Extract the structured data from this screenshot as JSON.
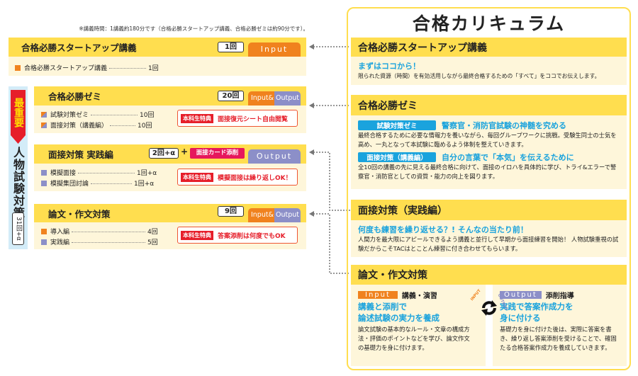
{
  "note": "※講義時間：1講義約180分です（合格必勝スタートアップ講義、合格必勝ゼミは約90分です）。",
  "left": {
    "side_badge": "最重要",
    "side_title": "人物試験対策",
    "side_count": "31回+α",
    "blocks": [
      {
        "title": "合格必勝スタートアップ講義",
        "count": "1回",
        "tab": [
          "Input"
        ],
        "items": [
          {
            "label": "合格必勝スタートアップ講義",
            "value": "1回"
          }
        ]
      },
      {
        "title": "合格必勝ゼミ",
        "count": "20回",
        "tab": [
          "Input&",
          "Output"
        ],
        "items": [
          {
            "label": "試験対策ゼミ",
            "value": "10回"
          },
          {
            "label": "面接対策（講義編）",
            "value": "10回"
          }
        ],
        "perk_label": "本科生特典",
        "perk": "面接復元シート自由閲覧"
      },
      {
        "title": "面接対策 実践編",
        "count": "2回+α",
        "plus": "+",
        "extra": "面接カード添削",
        "tab": [
          "Output"
        ],
        "items": [
          {
            "label": "模擬面接",
            "value": "1回+α"
          },
          {
            "label": "模擬集団討論",
            "value": "1回+α"
          }
        ],
        "perk_label": "本科生特典",
        "perk": "模擬面接は繰り返しOK！"
      },
      {
        "title": "論文・作文対策",
        "count": "9回",
        "tab": [
          "Input&",
          "Output"
        ],
        "items": [
          {
            "label": "導入編",
            "value": "4回"
          },
          {
            "label": "実践編",
            "value": "5回"
          }
        ],
        "perk_label": "本科生特典",
        "perk": "答案添削は何度でもOK"
      }
    ]
  },
  "right": {
    "title": "合格カリキュラム",
    "s1": {
      "title": "合格必勝スタートアップ講義",
      "lead": "まずはココから！",
      "text": "限られた資源（時間）を有効活用しながら最終合格するための「すべて」をココでお伝えします。"
    },
    "s2": {
      "title": "合格必勝ゼミ",
      "pill1": "試験対策ゼミ",
      "head1": "警察官・消防官試験の神髄を究める",
      "text1": "最終合格するために必要な情報力を養いながら、毎回グループワークに挑戦。受験生同士の士気を高め、一丸となって本試験に臨めるよう体制を整えていきます。",
      "pill2": "面接対策（講義編）",
      "head2": "自分の言葉で「本気」を伝えるために",
      "text2": "全10回の講義の先に見える最終合格に向けて、面接のイロハを具体的に学び、トライ&エラーで警察官・消防官としての資質・能力の向上を図ります。"
    },
    "s3": {
      "title": "面接対策（実践編）",
      "lead": "何度も練習を繰り返せる？! そんなの当たり前！",
      "text": "人間力を最大限にアピールできるよう講義と並行して早期から面接練習を開始！ 人物試験重視の試験だからこそTACはとことん練習に付き合わせてもらいます。"
    },
    "s4": {
      "title": "論文・作文対策",
      "in_tag": "Input",
      "in_label": "講義・演習",
      "in_head": "講義と添削で\n論述試験の実力を養成",
      "in_text": "論文試験の基本的なルール・文章の構成方法・評価のポイントなどを学び、論文作文の基礎力を身に付けます。",
      "cycle_in": "INPUT",
      "cycle_out": "OUTPUT",
      "out_tag": "Output",
      "out_label": "添削指導",
      "out_head": "実践で答案作成力を\n身に付ける",
      "out_text": "基礎力を身に付けた後は、実際に答案を書き、繰り返し答案添削を受けることで、確固たる合格答案作成力を養成していきます。"
    }
  },
  "colors": {
    "yellow": "#FFDE4F",
    "cream": "#FEF6DA",
    "orange": "#F0821E",
    "purple": "#8C8FC8",
    "blue": "#1AA3DD",
    "red": "#E61E2A"
  }
}
